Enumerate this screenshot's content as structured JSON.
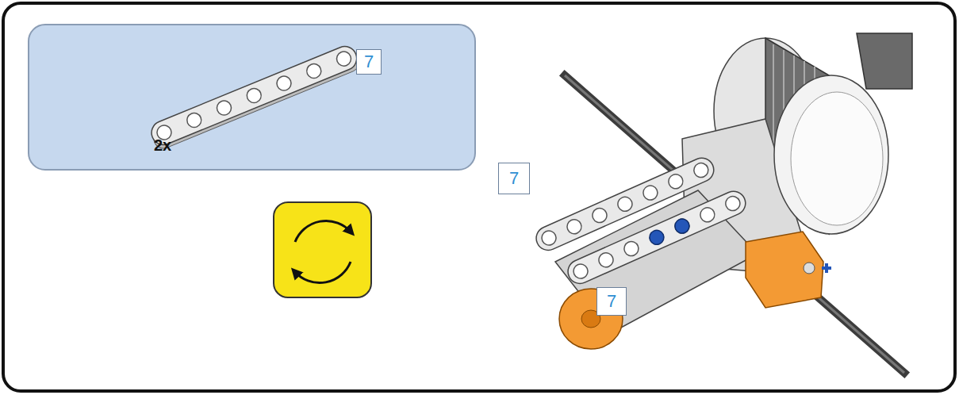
{
  "diagram": {
    "nodes": [
      {
        "text": [
          "2x"
        ]
      },
      {
        "text": [
          "7"
        ],
        "in": 0
      },
      {
        "text": [
          "7"
        ]
      },
      {
        "text": [
          "7"
        ]
      }
    ]
  }
}
